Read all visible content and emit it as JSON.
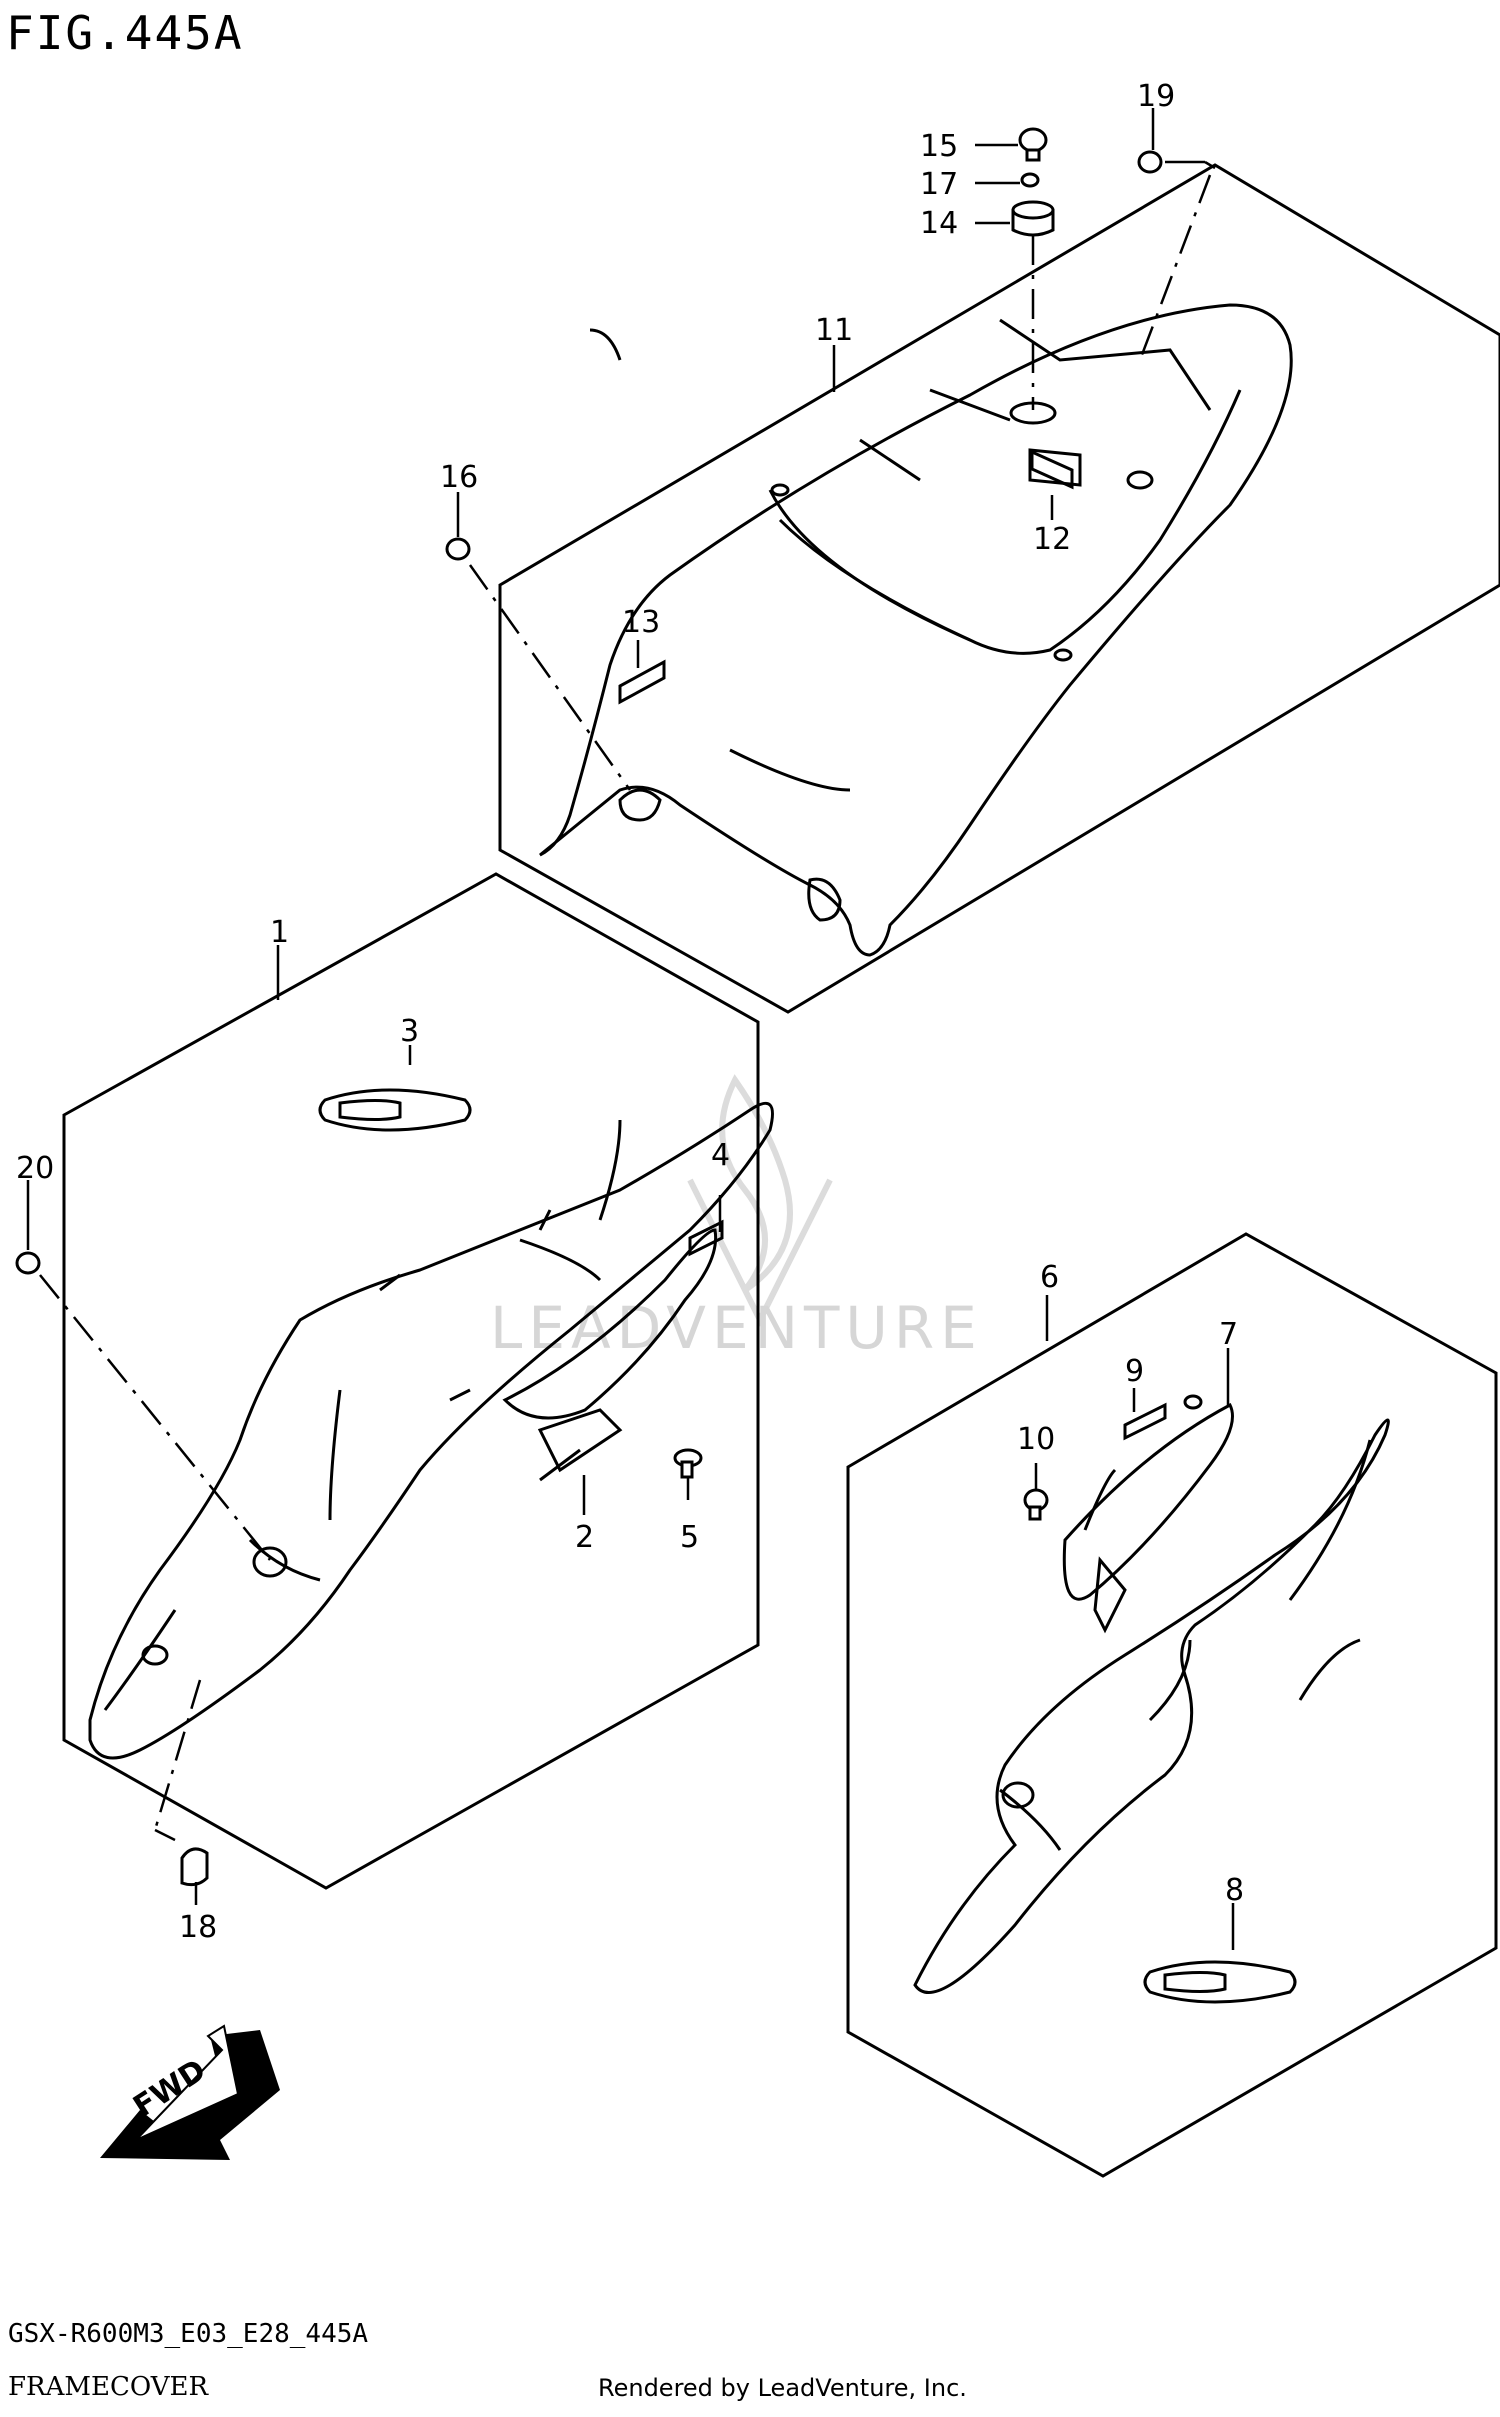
{
  "figure_title": "FIG.445A",
  "diagram_code": "GSX-R600M3_E03_E28_445A",
  "diagram_name": "FRAMECOVER",
  "credit": "Rendered by LeadVenture, Inc.",
  "watermark": "LEADVENTURE",
  "fwd_label": "FWD",
  "callouts": {
    "c1": "1",
    "c2": "2",
    "c3": "3",
    "c4": "4",
    "c5": "5",
    "c6": "6",
    "c7": "7",
    "c8": "8",
    "c9": "9",
    "c10": "10",
    "c11": "11",
    "c12": "12",
    "c13": "13",
    "c14": "14",
    "c15": "15",
    "c16": "16",
    "c17": "17",
    "c18": "18",
    "c19": "19",
    "c20": "20"
  }
}
